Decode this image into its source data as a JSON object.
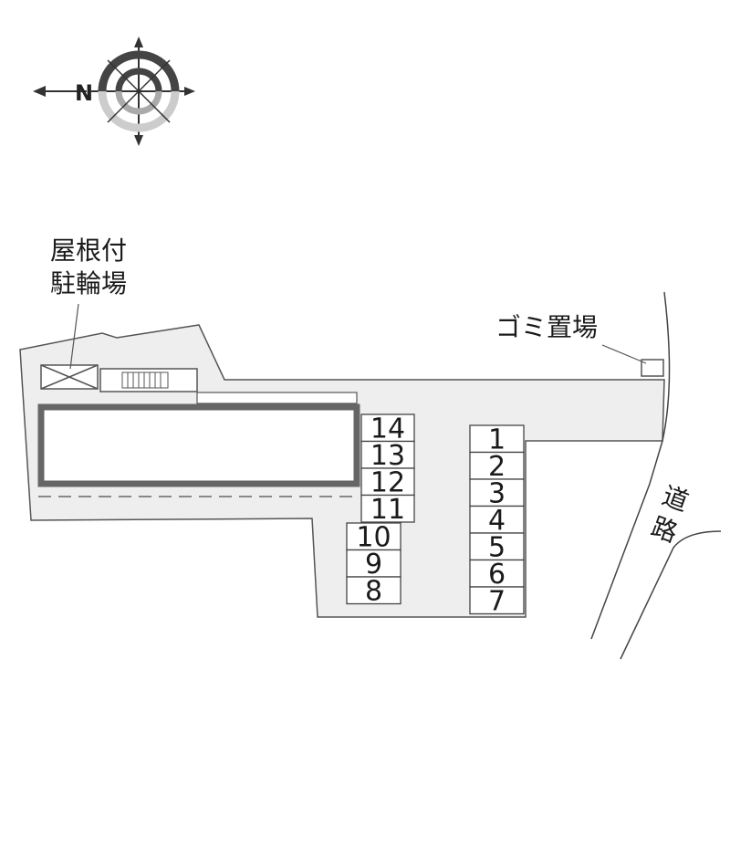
{
  "compass": {
    "north_letter": "N",
    "north_direction": "left"
  },
  "labels": {
    "covered_bike_parking_line1": "屋根付",
    "covered_bike_parking_line2": "駐輪場",
    "garbage_area": "ゴミ置場",
    "road_char1": "道",
    "road_char2": "路"
  },
  "parking": {
    "right_column": [
      "1",
      "2",
      "3",
      "4",
      "5",
      "6",
      "7"
    ],
    "left_column_top": [
      "14",
      "13",
      "12",
      "11"
    ],
    "left_column_bottom": [
      "10",
      "9",
      "8"
    ]
  },
  "colors": {
    "lot_fill": "#eeeeee",
    "line": "#555555",
    "building_border": "#666666"
  }
}
